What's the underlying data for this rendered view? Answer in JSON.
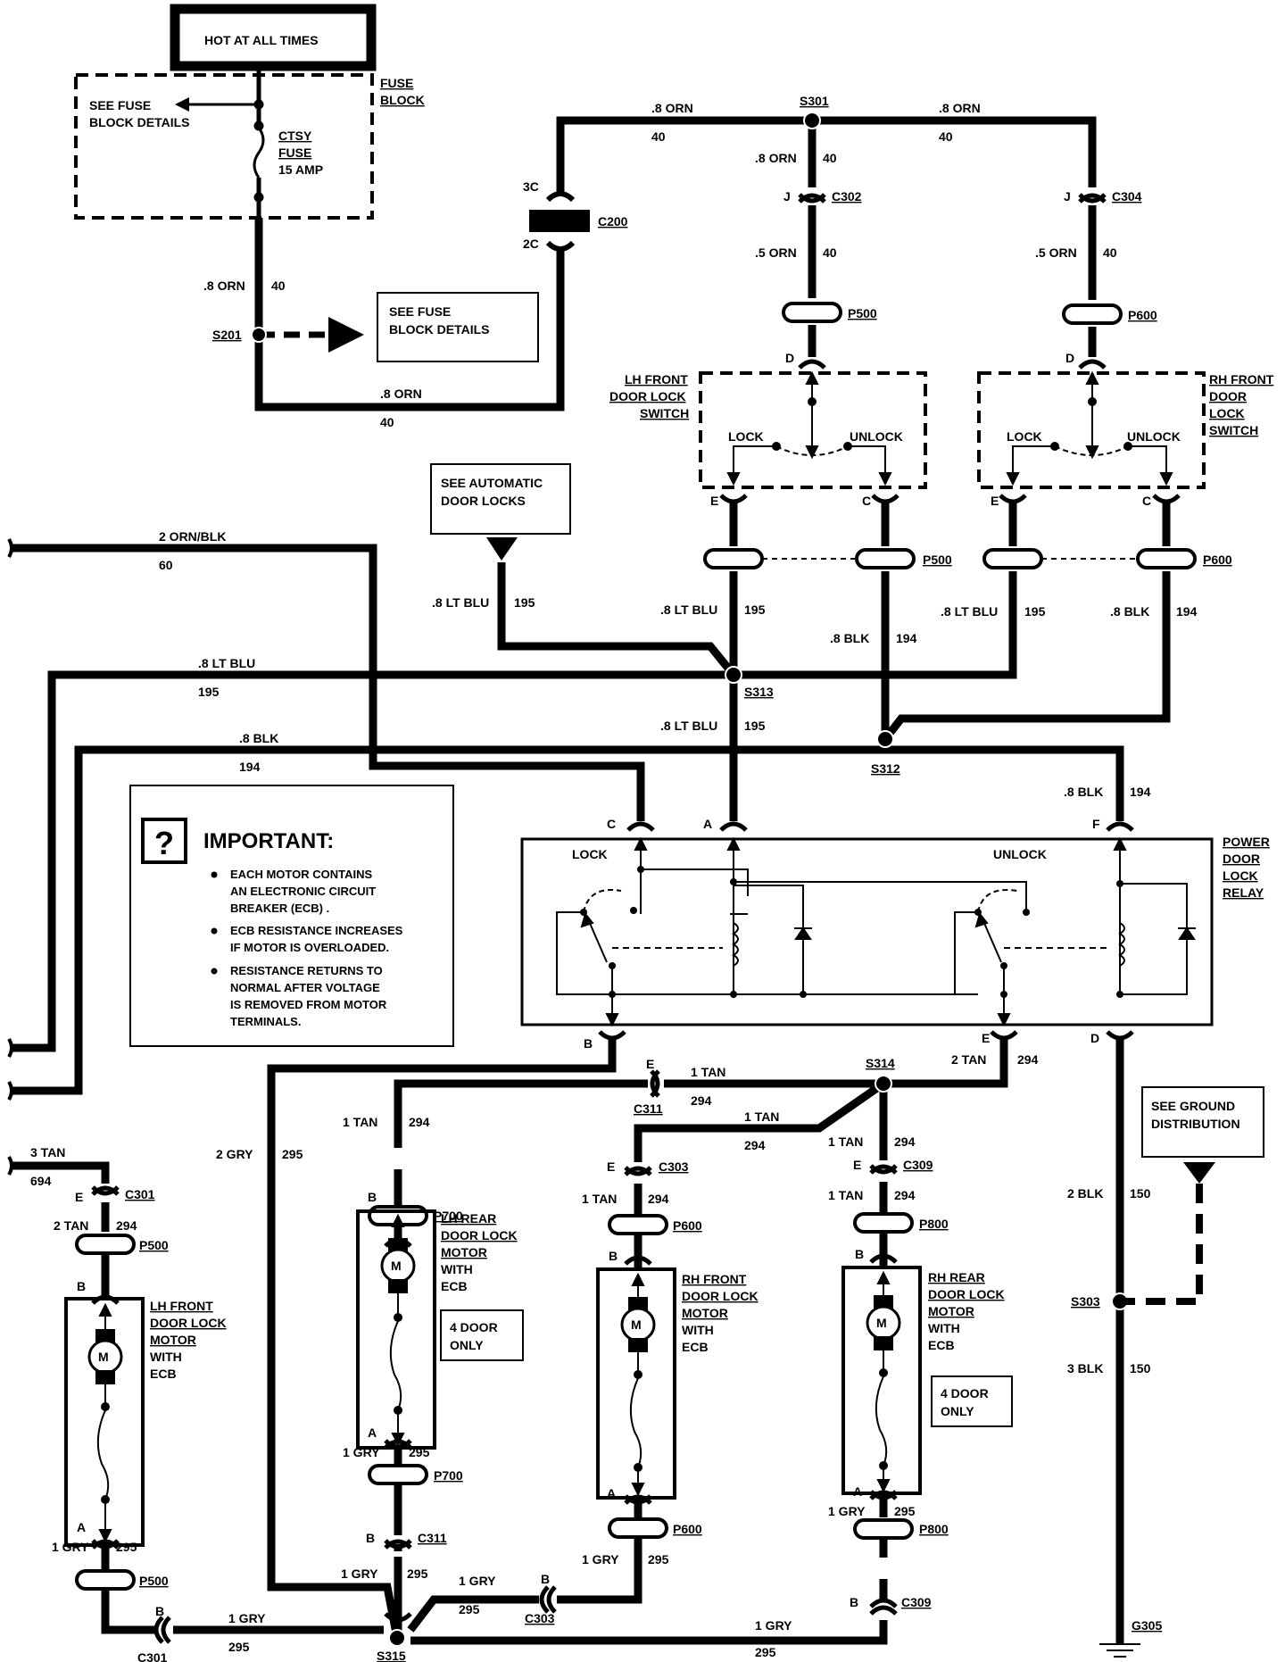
{
  "header": {
    "hot_label": "HOT AT ALL TIMES"
  },
  "fuse_block": {
    "title_line1": "FUSE",
    "title_line2": "BLOCK",
    "see_line1": "SEE FUSE",
    "see_line2": "BLOCK DETAILS",
    "fuse_line1": "CTSY",
    "fuse_line2": "FUSE",
    "fuse_line3": "15 AMP"
  },
  "see_fuse_box": {
    "line1": "SEE FUSE",
    "line2": "BLOCK DETAILS"
  },
  "see_auto_box": {
    "line1": "SEE AUTOMATIC",
    "line2": "DOOR LOCKS"
  },
  "see_ground_box": {
    "line1": "SEE GROUND",
    "line2": "DISTRIBUTION"
  },
  "important": {
    "title": "IMPORTANT:",
    "b1_l1": "EACH MOTOR CONTAINS",
    "b1_l2": "AN ELECTRONIC CIRCUIT",
    "b1_l3": "BREAKER (ECB) .",
    "b2_l1": "ECB RESISTANCE INCREASES",
    "b2_l2": "IF MOTOR IS OVERLOADED.",
    "b3_l1": "RESISTANCE RETURNS TO",
    "b3_l2": "NORMAL AFTER VOLTAGE",
    "b3_l3": "IS REMOVED FROM MOTOR",
    "b3_l4": "TERMINALS."
  },
  "lh_switch": {
    "l1": "LH FRONT",
    "l2": "DOOR LOCK",
    "l3": "SWITCH",
    "lock": "LOCK",
    "unlock": "UNLOCK"
  },
  "rh_switch": {
    "l1": "RH FRONT",
    "l2": "DOOR",
    "l3": "LOCK",
    "l4": "SWITCH",
    "lock": "LOCK",
    "unlock": "UNLOCK"
  },
  "relay": {
    "l1": "POWER",
    "l2": "DOOR",
    "l3": "LOCK",
    "l4": "RELAY",
    "lock": "LOCK",
    "unlock": "UNLOCK"
  },
  "motors": {
    "lh_front": {
      "l1": "LH FRONT",
      "l2": "DOOR LOCK",
      "l3": "MOTOR",
      "l4": "WITH",
      "l5": "ECB"
    },
    "lh_rear": {
      "l1": "LH REAR",
      "l2": "DOOR LOCK",
      "l3": "MOTOR",
      "l4": "WITH",
      "l5": "ECB"
    },
    "rh_front": {
      "l1": "RH FRONT",
      "l2": "DOOR LOCK",
      "l3": "MOTOR",
      "l4": "WITH",
      "l5": "ECB"
    },
    "rh_rear": {
      "l1": "RH REAR",
      "l2": "DOOR LOCK",
      "l3": "MOTOR",
      "l4": "WITH",
      "l5": "ECB"
    },
    "m": "M"
  },
  "notes": {
    "four_door_1a": "4 DOOR",
    "four_door_1b": "ONLY",
    "four_door_2a": "4 DOOR",
    "four_door_2b": "ONLY"
  },
  "connectors": {
    "c200": "C200",
    "c302": "C302",
    "c304": "C304",
    "p500a": "P500",
    "p600a": "P600",
    "p500b": "P500",
    "p600b": "P600",
    "c301": "C301",
    "p500c": "P500",
    "p500d": "P500",
    "c301b": "C301",
    "p700a": "P700",
    "p700b": "P700",
    "c311a": "C311",
    "c311b": "C311",
    "c303a": "C303",
    "p600c": "P600",
    "p600d": "P600",
    "c303b": "C303",
    "c309a": "C309",
    "p800a": "P800",
    "p800b": "P800",
    "c309b": "C309"
  },
  "splices": {
    "s201": "S201",
    "s301": "S301",
    "s313": "S313",
    "s312": "S312",
    "s314": "S314",
    "s303": "S303",
    "s315": "S315",
    "g305": "G305"
  },
  "pins": {
    "p3c": "3C",
    "p2c": "2C",
    "j1": "J",
    "j2": "J",
    "d1": "D",
    "d2": "D",
    "e1": "E",
    "c1": "C",
    "e2": "E",
    "c2": "C",
    "rc": "C",
    "ra": "A",
    "rf": "F",
    "rb": "B",
    "re": "E",
    "rd": "D",
    "lf_e": "E",
    "lf_b": "B",
    "lf_a": "A",
    "lf_bb": "B",
    "lr_b": "B",
    "lr_a": "A",
    "lr_bb": "B",
    "rf_e": "E",
    "rf_b": "B",
    "rf_a": "A",
    "rf_bb": "B",
    "rr_e": "E",
    "rr_b": "B",
    "rr_a": "A",
    "rr_bb": "B",
    "s314_e": "E"
  },
  "wires": {
    "w1a": ".8 ORN",
    "w1b": "40",
    "w2a": ".8 ORN",
    "w2b": "40",
    "w3a": ".8 ORN",
    "w3b": "40",
    "w4a": ".8 ORN",
    "w4b": "40",
    "w5a": ".8 ORN",
    "w5b": "40",
    "w6a": ".5 ORN",
    "w6b": "40",
    "w7a": ".5 ORN",
    "w7b": "40",
    "w8a": "2 ORN/BLK",
    "w8b": "60",
    "w9a": ".8 LT BLU",
    "w9b": "195",
    "w10a": ".8 LT BLU",
    "w10b": "195",
    "w11a": ".8 LT BLU",
    "w11b": "195",
    "w12a": ".8 LT BLU",
    "w12b": "195",
    "w13a": ".8 BLK",
    "w13b": "194",
    "w14a": ".8 BLK",
    "w14b": "194",
    "w15a": ".8 LT BLU",
    "w15b": "195",
    "w16a": ".8 BLK",
    "w16b": "194",
    "w17a": ".8 BLK",
    "w17b": "194",
    "w18a": "3 TAN",
    "w18b": "694",
    "w19a": "2 TAN",
    "w19b": "294",
    "w20a": "1 GRY",
    "w20b": "295",
    "w21a": "1 GRY",
    "w21b": "295",
    "w22a": "2 GRY",
    "w22b": "295",
    "w23a": "1 TAN",
    "w23b": "294",
    "w24a": "1 TAN",
    "w24b": "294",
    "w25a": "1 TAN",
    "w25b": "294",
    "w26a": "2 TAN",
    "w26b": "294",
    "w27a": "1 TAN",
    "w27b": "294",
    "w28a": "1 TAN",
    "w28b": "294",
    "w29a": "1 TAN",
    "w29b": "294",
    "w30a": "1 GRY",
    "w30b": "295",
    "w31a": "1 GRY",
    "w31b": "295",
    "w32a": "1 GRY",
    "w32b": "295",
    "w33a": "1 GRY",
    "w33b": "295",
    "w34a": "1 GRY",
    "w34b": "295",
    "w35a": "1 GRY",
    "w35b": "295",
    "w36a": "2 BLK",
    "w36b": "150",
    "w37a": "3 BLK",
    "w37b": "150"
  }
}
